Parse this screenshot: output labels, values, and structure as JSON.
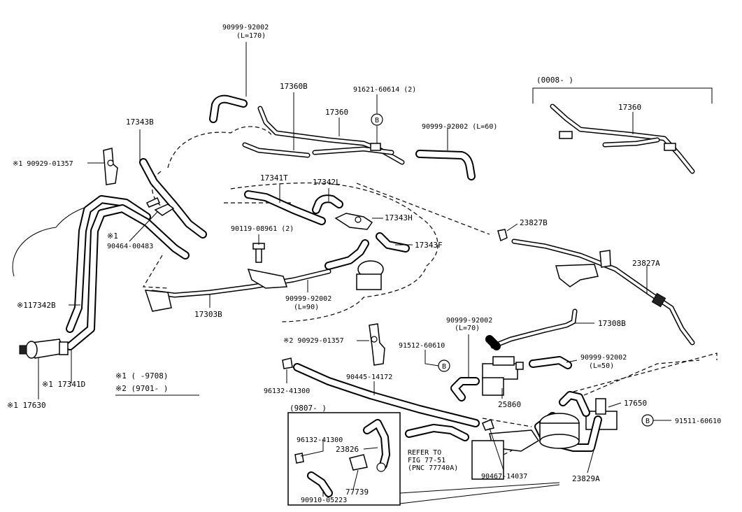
{
  "labels": {
    "l_90999_92002_top": "90999-92002",
    "l_L170": "(L=170)",
    "l_17360B": "17360B",
    "l_91621": "91621-60614 (2)",
    "l_17360": "17360",
    "l_17343B": "17343B",
    "l_90999_L60": "90999-92002 (L=60)",
    "l_0008": "(0008-      )",
    "l_17360_inset": "17360",
    "l_x1_90929": "※1 90929-01357",
    "l_17341T": "17341T",
    "l_17342L": "17342L",
    "l_17343H": "17343H",
    "l_23827B": "23827B",
    "l_x1_a": "※1",
    "l_90464": "90464-00483",
    "l_90119": "90119-08961 (2)",
    "l_17343F": "17343F",
    "l_23827A": "23827A",
    "l_x1_17342B": "※117342B",
    "l_17303B": "17303B",
    "l_90999_L90": "90999-92002",
    "l_L90": "(L=90)",
    "l_90999_L70": "90999-92002",
    "l_L70": "(L=70)",
    "l_17308B": "17308B",
    "l_x2_90929": "※2 90929-01357",
    "l_91512": "91512-60610",
    "l_90999_L50": "90999-92002",
    "l_L50": "(L=50)",
    "l_x1_17341D": "※1 17341D",
    "l_legend1": "※1 (     -9708)",
    "l_legend2": "※2  (9701-       )",
    "l_96132_main": "96132-41300",
    "l_90445": "90445-14172",
    "l_25860": "25860",
    "l_17650": "17650",
    "l_91511": "91511-60610",
    "l_x1_17630": "※1 17630",
    "l_9807": "(9807-      )",
    "l_96132_inset": "96132-41300",
    "l_23826": "23826",
    "l_refer1": "REFER TO",
    "l_refer2": "FIG 77-51",
    "l_refer3": "(PNC 77740A)",
    "l_77739": "77739",
    "l_90910": "90910-05223",
    "l_90467": "90467-14037",
    "l_23829A": "23829A",
    "b_letter": "B"
  }
}
